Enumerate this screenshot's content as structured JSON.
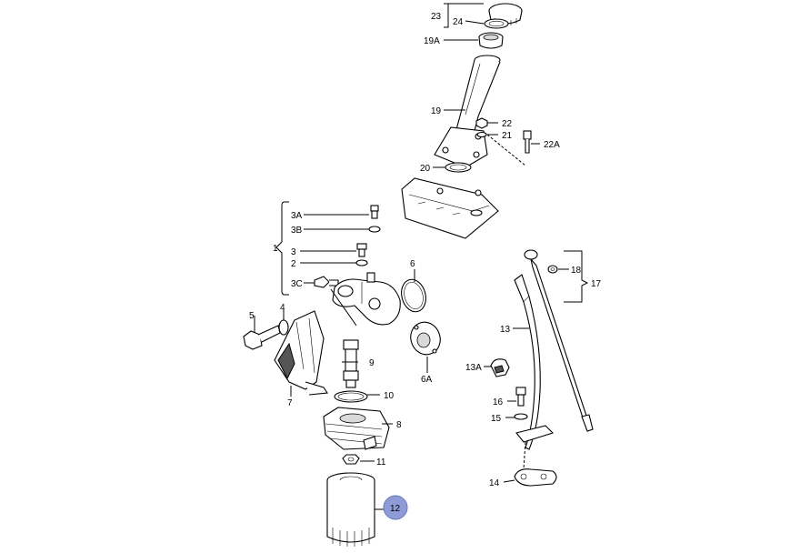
{
  "colors": {
    "line": "#000000",
    "background": "#ffffff",
    "highlight": "#8f9bd6"
  },
  "labels": {
    "l1": "1",
    "l2": "2",
    "l3": "3",
    "l3A": "3A",
    "l3B": "3B",
    "l3C": "3C",
    "l4": "4",
    "l5": "5",
    "l6": "6",
    "l6A": "6A",
    "l7": "7",
    "l8": "8",
    "l9": "9",
    "l10": "10",
    "l11": "11",
    "l12": "12",
    "l13": "13",
    "l13A": "13A",
    "l14": "14",
    "l15": "15",
    "l16": "16",
    "l17": "17",
    "l18": "18",
    "l19": "19",
    "l19A": "19A",
    "l20": "20",
    "l21": "21",
    "l22": "22",
    "l22A": "22A",
    "l23": "23",
    "l24": "24"
  },
  "highlighted_part": "12"
}
